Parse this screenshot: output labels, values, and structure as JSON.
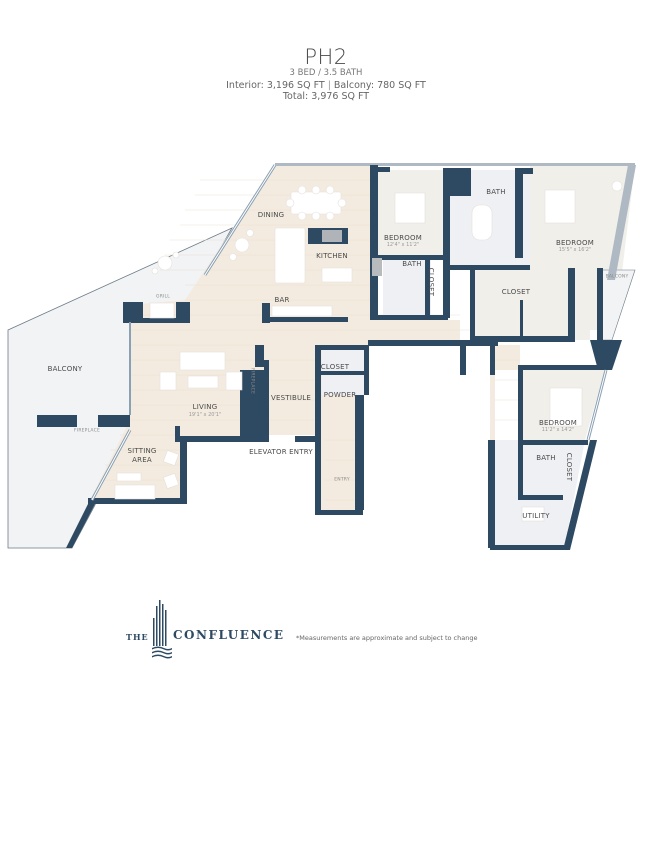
{
  "header": {
    "unit": "PH2",
    "beds_baths": "3 BED / 3.5 BATH",
    "interior": "Interior: 3,196 SQ FT",
    "balcony": "Balcony: 780 SQ FT",
    "total": "Total: 3,976 SQ FT",
    "separator": "|"
  },
  "rooms": {
    "dining": "DINING",
    "kitchen": "KITCHEN",
    "bar": "BAR",
    "grill": "GRILL",
    "balcony_main": "BALCONY",
    "fireplace_outdoor": "FIREPLACE",
    "fireplace_indoor": "FIREPLACE",
    "living": "LIVING",
    "living_dim": "19'1\" x 20'1\"",
    "sitting_area_1": "SITTING",
    "sitting_area_2": "AREA",
    "vestibule": "VESTIBULE",
    "elevator_entry": "ELEVATOR ENTRY",
    "closet_powder": "CLOSET",
    "powder": "POWDER",
    "entry": "ENTRY",
    "bedroom_2": "BEDROOM",
    "bedroom_2_dim": "12'4\" x 11'2\"",
    "bath_2": "BATH",
    "closet_2": "CLOSET",
    "master_bath": "BATH",
    "master_bedroom": "BEDROOM",
    "master_bedroom_dim": "15'5\" x 16'2\"",
    "master_closet": "CLOSET",
    "balcony_master": "BALCONY",
    "bedroom_3": "BEDROOM",
    "bedroom_3_dim": "11'2\" x 14'2\"",
    "bath_3": "BATH",
    "closet_3": "CLOSET",
    "utility": "UTILITY"
  },
  "footer": {
    "logo_the": "THE",
    "logo_name": "CONFLUENCE",
    "disclaimer": "*Measurements are approximate and subject to change"
  },
  "colors": {
    "wall": "#2e4a62",
    "floor_wood": "#f3ebe0",
    "floor_tile": "#eef0f3",
    "balcony": "#f2f3f4",
    "bedroom_carpet": "#f1efea"
  }
}
